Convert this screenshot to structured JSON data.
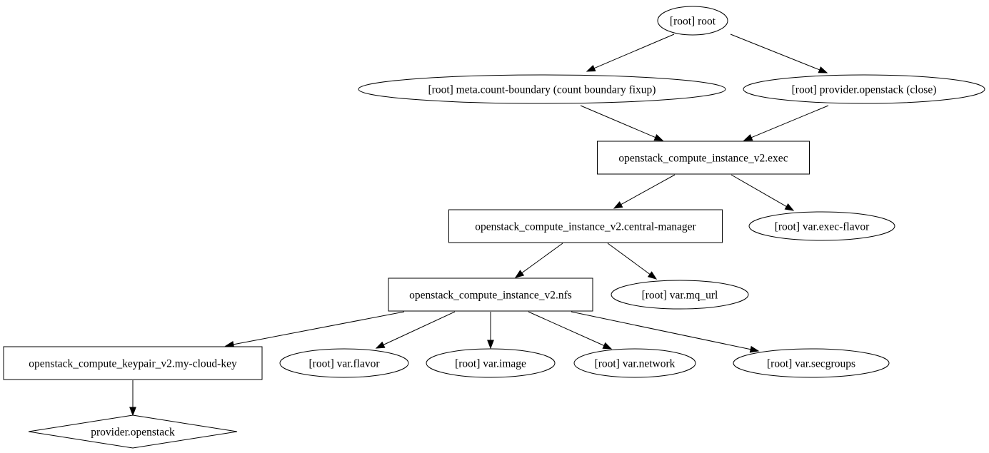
{
  "diagram": {
    "nodes": [
      {
        "id": "root",
        "label": "[root] root",
        "shape": "ellipse"
      },
      {
        "id": "meta",
        "label": "[root] meta.count-boundary (count boundary fixup)",
        "shape": "ellipse"
      },
      {
        "id": "provclose",
        "label": "[root] provider.openstack (close)",
        "shape": "ellipse"
      },
      {
        "id": "exec",
        "label": "openstack_compute_instance_v2.exec",
        "shape": "box"
      },
      {
        "id": "cm",
        "label": "openstack_compute_instance_v2.central-manager",
        "shape": "box"
      },
      {
        "id": "execflavor",
        "label": "[root] var.exec-flavor",
        "shape": "ellipse"
      },
      {
        "id": "nfs",
        "label": "openstack_compute_instance_v2.nfs",
        "shape": "box"
      },
      {
        "id": "mqurl",
        "label": "[root] var.mq_url",
        "shape": "ellipse"
      },
      {
        "id": "keypair",
        "label": "openstack_compute_keypair_v2.my-cloud-key",
        "shape": "box"
      },
      {
        "id": "flavor",
        "label": "[root] var.flavor",
        "shape": "ellipse"
      },
      {
        "id": "image",
        "label": "[root] var.image",
        "shape": "ellipse"
      },
      {
        "id": "network",
        "label": "[root] var.network",
        "shape": "ellipse"
      },
      {
        "id": "secgroups",
        "label": "[root] var.secgroups",
        "shape": "ellipse"
      },
      {
        "id": "provider",
        "label": "provider.openstack",
        "shape": "diamond"
      }
    ],
    "edges": [
      {
        "from": "root",
        "to": "meta"
      },
      {
        "from": "root",
        "to": "provclose"
      },
      {
        "from": "meta",
        "to": "exec"
      },
      {
        "from": "provclose",
        "to": "exec"
      },
      {
        "from": "exec",
        "to": "cm"
      },
      {
        "from": "exec",
        "to": "execflavor"
      },
      {
        "from": "cm",
        "to": "nfs"
      },
      {
        "from": "cm",
        "to": "mqurl"
      },
      {
        "from": "nfs",
        "to": "keypair"
      },
      {
        "from": "nfs",
        "to": "flavor"
      },
      {
        "from": "nfs",
        "to": "image"
      },
      {
        "from": "nfs",
        "to": "network"
      },
      {
        "from": "nfs",
        "to": "secgroups"
      },
      {
        "from": "keypair",
        "to": "provider"
      }
    ]
  }
}
